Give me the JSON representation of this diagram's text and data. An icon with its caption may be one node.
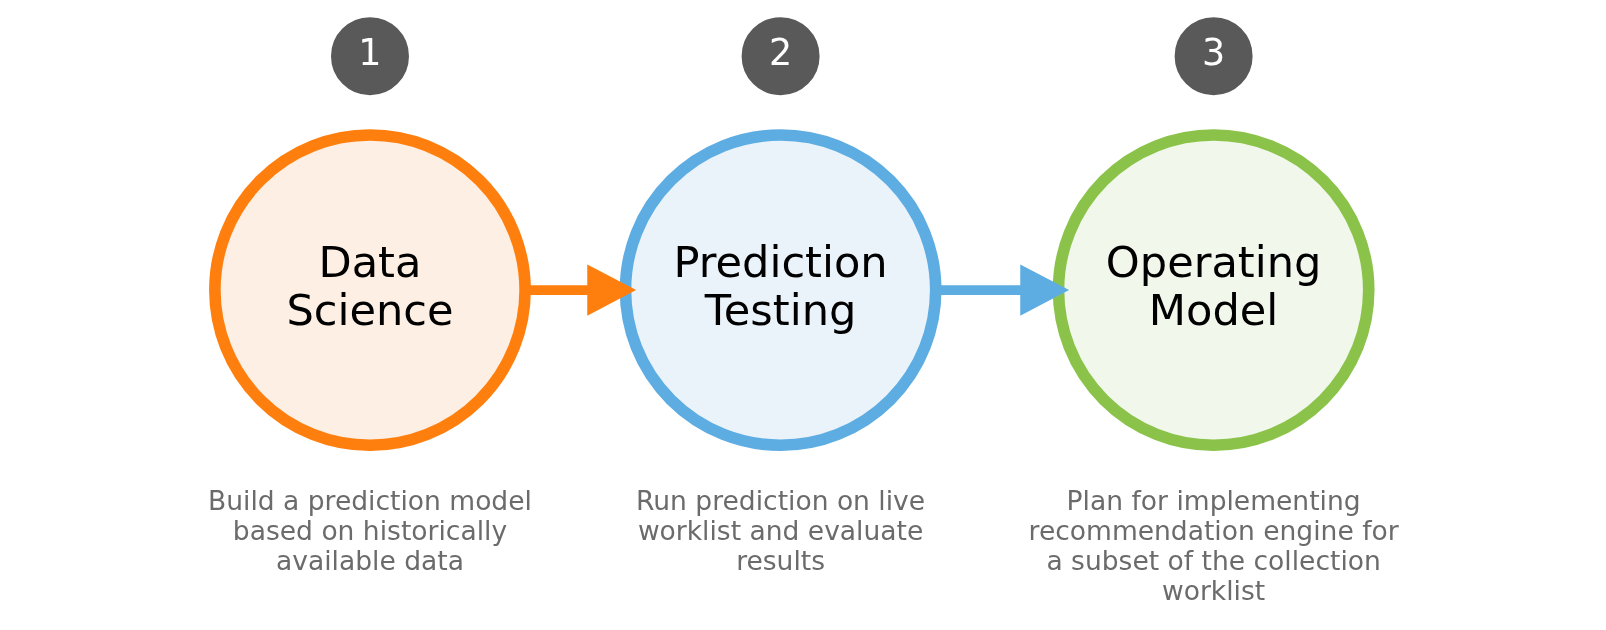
{
  "diagram": {
    "nodes": [
      {
        "text": [
          "1"
        ]
      },
      {
        "text": [
          "Data Science"
        ],
        "beside": [
          "Build a prediction model based on historically available data"
        ]
      },
      {
        "text": [
          "2"
        ]
      },
      {
        "text": [
          "Prediction Testing"
        ],
        "beside": [
          "Run prediction on live worklist and evaluate results"
        ]
      },
      {
        "text": [
          "3"
        ]
      },
      {
        "text": [
          "Operating Model"
        ],
        "beside": [
          "Plan for implementing recommendation engine for a subset of the collection worklist"
        ]
      }
    ],
    "edges": [
      {
        "from": 1,
        "to": 3,
        "arrow": "to",
        "color": "#ff7f0e"
      },
      {
        "from": 3,
        "to": 5,
        "arrow": "to",
        "color": "#5dade2"
      }
    ]
  }
}
